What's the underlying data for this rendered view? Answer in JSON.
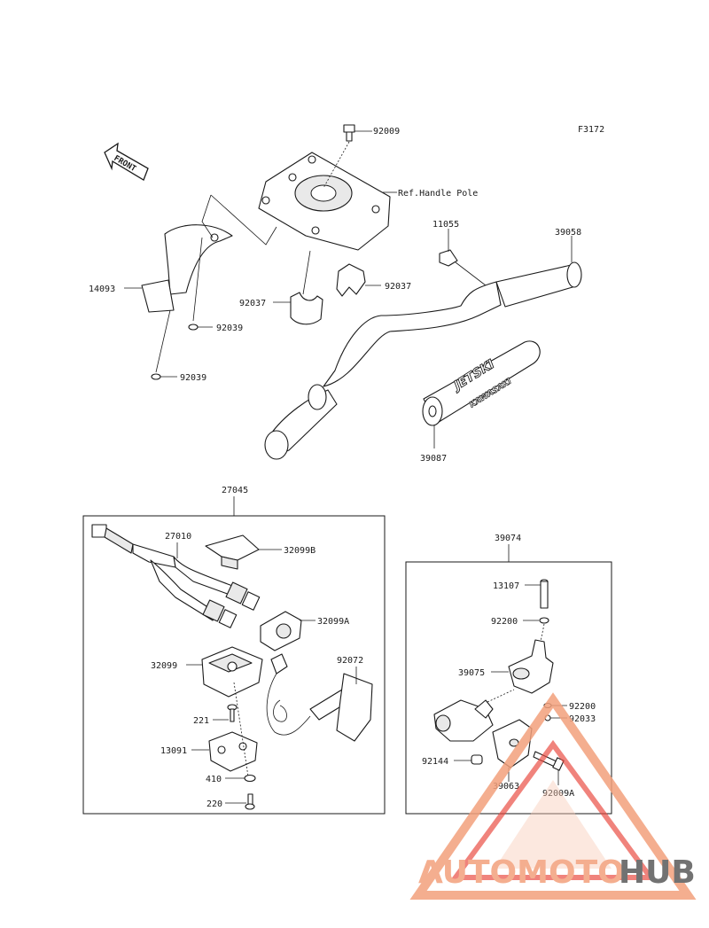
{
  "figure_code": "F3172",
  "front_label": "FRONT",
  "ref_label": "Ref.Handle Pole",
  "group_labels": {
    "switch_assy": "27045",
    "holder_assy": "39074"
  },
  "parts": {
    "p92009": "92009",
    "p11055": "11055",
    "p39058": "39058",
    "p14093": "14093",
    "p92039_a": "92039",
    "p92039_b": "92039",
    "p92037_l": "92037",
    "p92037_r": "92037",
    "p39087": "39087",
    "p27010": "27010",
    "p32099B": "32099B",
    "p32099A": "32099A",
    "p32099": "32099",
    "p92072": "92072",
    "p221": "221",
    "p13091": "13091",
    "p410": "410",
    "p220": "220",
    "p13107": "13107",
    "p92200_a": "92200",
    "p39075": "39075",
    "p92200_b": "92200",
    "p92033": "92033",
    "p92144": "92144",
    "p39063": "39063",
    "p92009A": "92009A"
  },
  "pad_text": {
    "line1": "JETSKI",
    "line2": "KAWASAKI"
  },
  "watermark": {
    "part1": "AUTOMOTO",
    "part2": "HUB",
    "color_main": "#f3a07c",
    "color_accent": "#e8493f",
    "color_dark": "#5a5a5a"
  }
}
